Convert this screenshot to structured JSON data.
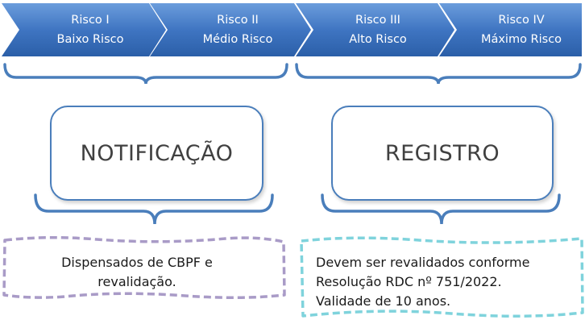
{
  "colors": {
    "chevron_top": "#6b9ddc",
    "chevron_bottom": "#2b5fa8",
    "bracket": "#4a7ebb",
    "box_border": "#4a7ebb",
    "note_left_border": "#a99bc7",
    "note_right_border": "#7fd3dc"
  },
  "stages": [
    {
      "line1": "Risco I",
      "line2": "Baixo Risco"
    },
    {
      "line1": "Risco II",
      "line2": "Médio Risco"
    },
    {
      "line1": "Risco III",
      "line2": "Alto Risco"
    },
    {
      "line1": "Risco IV",
      "line2": "Máximo Risco"
    }
  ],
  "boxes": {
    "notificacao": "NOTIFICAÇÃO",
    "registro": "REGISTRO"
  },
  "notes": {
    "left": [
      "Dispensados de CBPF e",
      "revalidação."
    ],
    "right": [
      "Devem ser revalidados conforme",
      "Resolução RDC nº 751/2022.",
      "Validade de 10 anos."
    ]
  }
}
